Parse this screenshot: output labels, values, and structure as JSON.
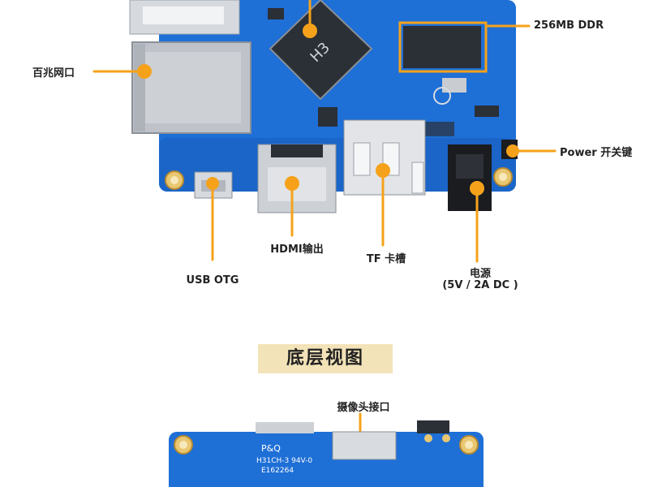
{
  "labels": {
    "ethernet": "百兆网口",
    "ddr": "256MB DDR",
    "power_switch": "Power 开关键",
    "usb_otg": "USB OTG",
    "hdmi": "HDMI输出",
    "tf": "TF 卡槽",
    "power_line1": "电源",
    "power_line2": "(5V / 2A DC )",
    "camera": "摄像头接口"
  },
  "section_title": "底层视图",
  "chips": {
    "soc_text": "H3",
    "pq_text": "P&Q",
    "pq_sub1": "H31CH-3 94V-0",
    "pq_sub2": "E162264"
  },
  "colors": {
    "board": "#1e6fd6",
    "board_dark": "#155bb8",
    "leader": "#f5a21a",
    "title_bg": "#f3e3b8",
    "metal": "#c9ccd1"
  }
}
